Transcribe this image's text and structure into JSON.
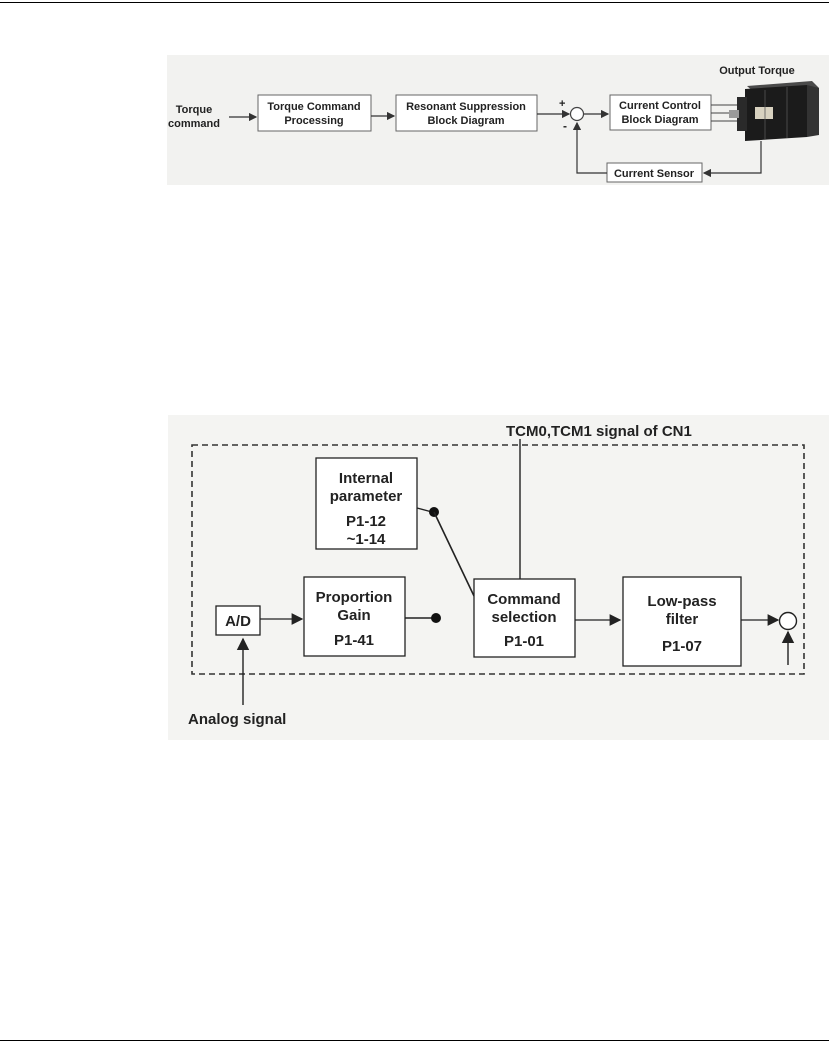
{
  "diagram1": {
    "input_label_line1": "Torque",
    "input_label_line2": "command",
    "block1_line1": "Torque Command",
    "block1_line2": "Processing",
    "block2_line1": "Resonant Suppression",
    "block2_line2": "Block Diagram",
    "plus_sign": "+",
    "minus_sign": "-",
    "block3_line1": "Current Control",
    "block3_line2": "Block Diagram",
    "output_label": "Output Torque",
    "sensor_label": "Current Sensor",
    "colors": {
      "background": "#f2f2f0",
      "box_fill": "#ffffff",
      "box_stroke": "#555555",
      "motor": "#1a1a1a"
    }
  },
  "diagram2": {
    "top_signal_label": "TCM0,TCM1 signal of CN1",
    "internal_line1": "Internal",
    "internal_line2": "parameter",
    "internal_line3": "P1-12",
    "internal_line4": "~1-14",
    "ad_label": "A/D",
    "gain_line1": "Proportion",
    "gain_line2": "Gain",
    "gain_line3": "P1-41",
    "cmd_line1": "Command",
    "cmd_line2": "selection",
    "cmd_line3": "P1-01",
    "lpf_line1": "Low-pass",
    "lpf_line2": "filter",
    "lpf_line3": "P1-07",
    "analog_label": "Analog signal",
    "colors": {
      "background": "#f4f4f2",
      "box_fill": "#ffffff",
      "box_stroke": "#222222"
    }
  }
}
